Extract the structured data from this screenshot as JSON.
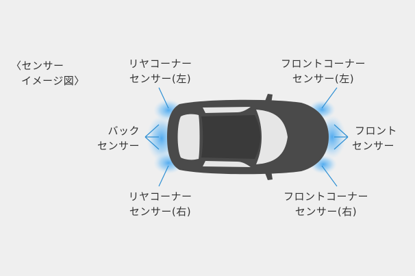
{
  "title": {
    "line1": "〈センサー",
    "line2": "イメージ図〉"
  },
  "labels": {
    "rear_corner_left": {
      "line1": "リヤコーナー",
      "line2": "センサー(左)"
    },
    "back": {
      "line1": "バック",
      "line2": "センサー"
    },
    "rear_corner_right": {
      "line1": "リヤコーナー",
      "line2": "センサー(右)"
    },
    "front_corner_left": {
      "line1": "フロントコーナー",
      "line2": "センサー(左)"
    },
    "front": {
      "line1": "フロント",
      "line2": "センサー"
    },
    "front_corner_right": {
      "line1": "フロントコーナー",
      "line2": "センサー(右)"
    }
  },
  "colors": {
    "background": "#efefef",
    "text": "#333333",
    "leader_line": "#2d8fd4",
    "sensor_glow": "#4aa8f0",
    "car_body": "#4a4a4a",
    "car_glass": "#e6e6e6"
  }
}
